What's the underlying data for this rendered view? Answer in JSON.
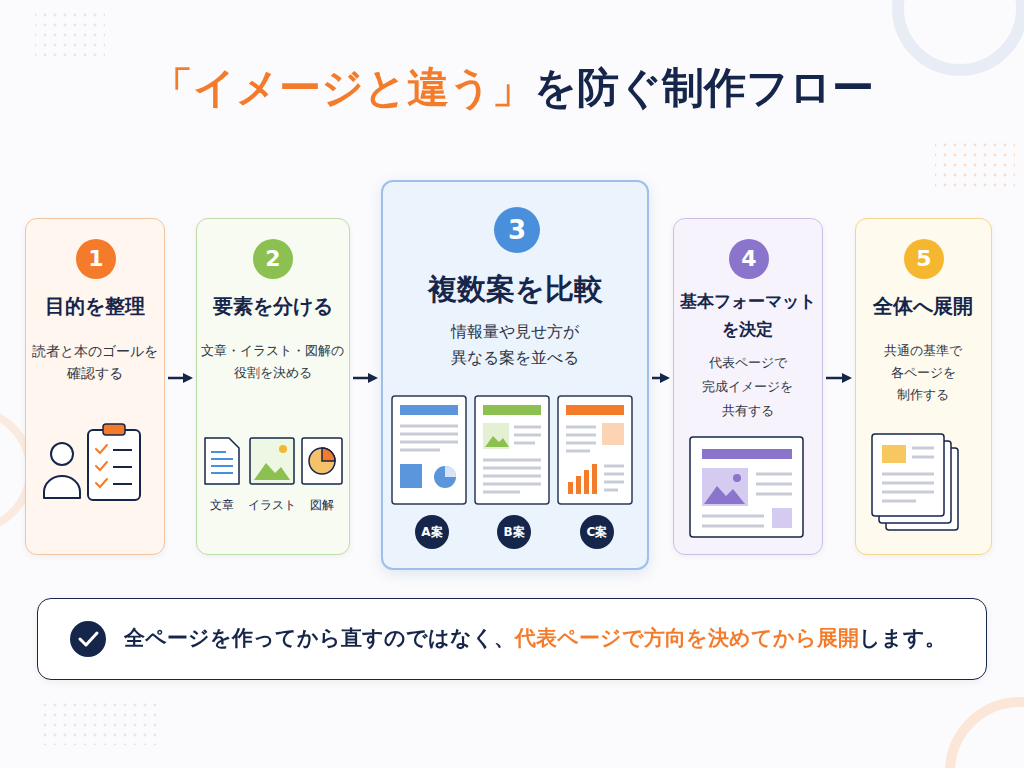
{
  "diagram": {
    "title": "「イメージと違う」を防ぐ制作フロー",
    "nodes": [
      {
        "text": [
          "目的を整理",
          "読者と本のゴールを 確認する"
        ]
      },
      {
        "text": [
          "1"
        ],
        "in": 0
      },
      {
        "text": [
          "要素を分ける",
          "文章・イラスト・図解の 役割を決める"
        ]
      },
      {
        "text": [
          "2"
        ],
        "in": 2
      },
      {
        "text": [
          "複数案を比較",
          "情報量や見せ方が 異なる案を並べる"
        ]
      },
      {
        "text": [
          "3"
        ],
        "in": 4
      },
      {
        "text": [
          "A案"
        ],
        "in": 4
      },
      {
        "text": [
          "B案"
        ],
        "in": 4
      },
      {
        "text": [
          "C案"
        ],
        "in": 4
      },
      {
        "text": [
          "基本フォーマット を決定",
          "代表ページで 完成イメージを 共有する"
        ]
      },
      {
        "text": [
          "4"
        ],
        "in": 9
      },
      {
        "text": [
          "全体へ展開",
          "共通の基準で 各ページを 制作する"
        ]
      },
      {
        "text": [
          "5"
        ],
        "in": 11
      },
      {
        "text": [
          "全ページを作ってから直すのではなく、代表ページで方向を決めてから展開します。"
        ]
      }
    ],
    "edges": [
      {
        "from": 0,
        "to": 2,
        "arrow": "to"
      },
      {
        "from": 2,
        "to": 4,
        "arrow": "to"
      },
      {
        "from": 4,
        "to": 9,
        "arrow": "to"
      },
      {
        "from": 9,
        "to": 11,
        "arrow": "to"
      }
    ],
    "labels": [
      "文章",
      "イラスト",
      "図解"
    ]
  }
}
